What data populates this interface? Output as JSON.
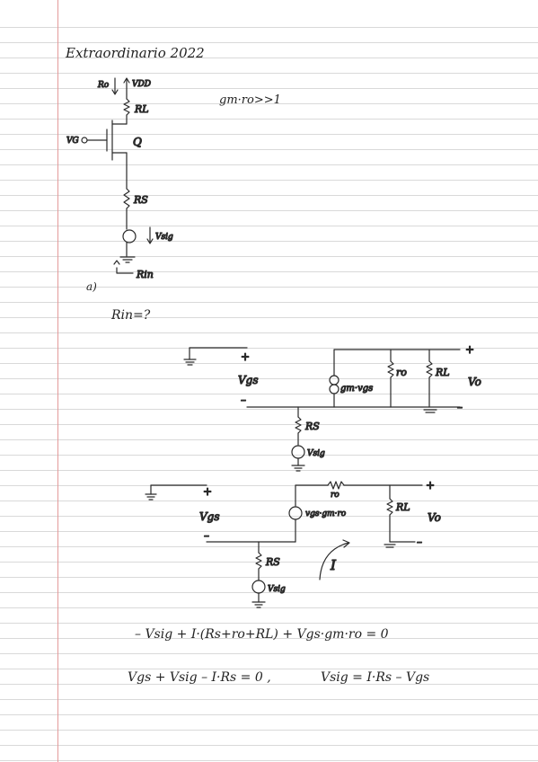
{
  "page": {
    "title": "Extraordinario 2022",
    "condition": "gm·ro>>1",
    "part_label": "a)",
    "question": "Rin=?"
  },
  "schematic": {
    "ro": "Ro",
    "vdd": "VDD",
    "rl": "RL",
    "vg": "VG",
    "q": "Q",
    "rs": "RS",
    "vsig": "Vsig",
    "rin": "Rin"
  },
  "circuit1": {
    "plus": "+",
    "minus": "–",
    "vgs": "Vgs",
    "source": "gm·vgs",
    "ro": "ro",
    "rl": "RL",
    "vo": "Vo",
    "rs": "RS",
    "vsig": "Vsig"
  },
  "circuit2": {
    "plus": "+",
    "minus": "–",
    "vgs": "Vgs",
    "ro": "ro",
    "source": "vgs·gm·ro",
    "rl": "RL",
    "vo": "Vo",
    "rs": "RS",
    "vsig": "Vsig",
    "current": "I"
  },
  "equations": {
    "eq1": "– Vsig + I·(Rs+ro+RL) + Vgs·gm·ro = 0",
    "eq2": "Vgs + Vsig – I·Rs = 0 ,",
    "eq3": "Vsig = I·Rs – Vgs"
  }
}
